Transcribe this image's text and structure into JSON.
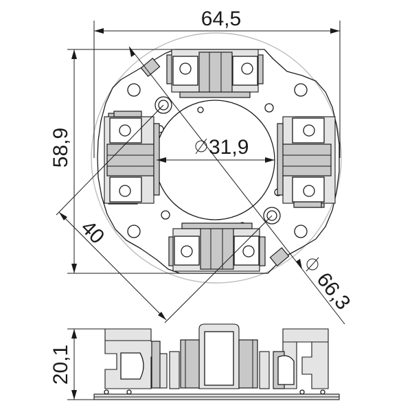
{
  "dimensions": {
    "overall_width": "64,5",
    "overall_height": "58,9",
    "bore_diameter": "31,9",
    "hole_spacing": "40",
    "outer_diameter": "66,3",
    "side_height": "20,1"
  },
  "colors": {
    "line": "#1a1a1a",
    "fill": "#c8c8c8",
    "ghost": "#bdbdbd"
  }
}
